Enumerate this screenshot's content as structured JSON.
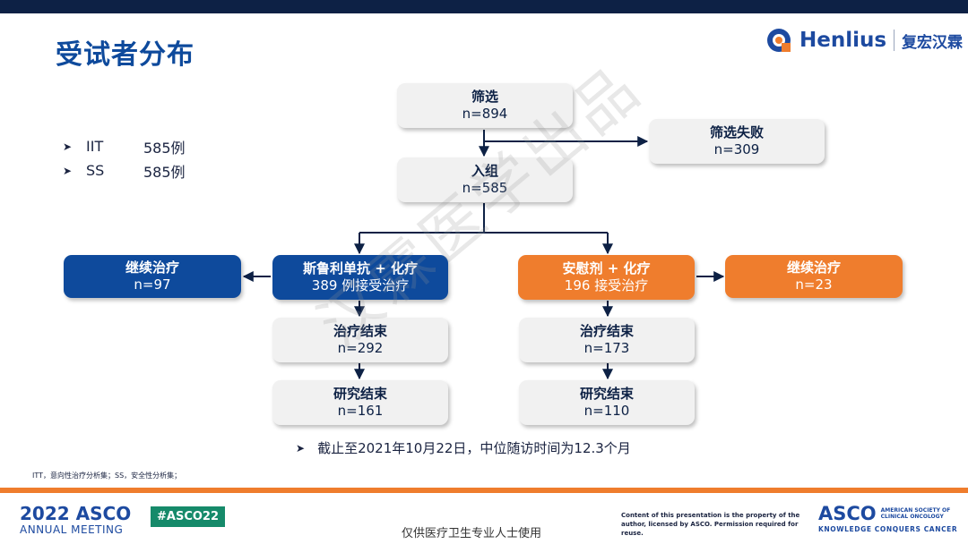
{
  "title": "受试者分布",
  "logo": {
    "en": "Henlius",
    "cn": "复宏汉霖"
  },
  "bullets": [
    {
      "label": "IIT",
      "value": "585例"
    },
    {
      "label": "SS",
      "value": "585例"
    }
  ],
  "boxes": {
    "screening": {
      "line1": "筛选",
      "line2": "n=894"
    },
    "screen_fail": {
      "line1": "筛选失败",
      "line2": "n=309"
    },
    "enrolled": {
      "line1": "入组",
      "line2": "n=585"
    },
    "serp_arm": {
      "line1": "斯鲁利单抗 + 化疗",
      "line2": "389 例接受治疗"
    },
    "placebo_arm": {
      "line1": "安慰剂 + 化疗",
      "line2": "196 接受治疗"
    },
    "serp_continue": {
      "line1": "继续治疗",
      "line2": "n=97"
    },
    "placebo_continue": {
      "line1": "继续治疗",
      "line2": "n=23"
    },
    "serp_tx_end": {
      "line1": "治疗结束",
      "line2": "n=292"
    },
    "placebo_tx_end": {
      "line1": "治疗结束",
      "line2": "n=173"
    },
    "serp_study_end": {
      "line1": "研究结束",
      "line2": "n=161"
    },
    "placebo_study_end": {
      "line1": "研究结束",
      "line2": "n=110"
    }
  },
  "watermark": "汉霖医学出品",
  "note": "截止至2021年10月22日，中位随访时间为12.3个月",
  "abbreviations": "ITT，意向性治疗分析集；SS，安全性分析集；",
  "footer": {
    "asco_year": "2022 ASCO",
    "asco_meeting": "ANNUAL MEETING",
    "hashtag": "#ASCO22",
    "cn_notice": "仅供医疗卫生专业人士使用",
    "copyright": "Content of this presentation is the property of the author, licensed by ASCO. Permission required for reuse.",
    "asco_logo": "ASCO",
    "asco_society": "AMERICAN SOCIETY OF CLINICAL ONCOLOGY",
    "asco_tagline": "KNOWLEDGE CONQUERS CANCER"
  },
  "colors": {
    "navy": "#0d2145",
    "blue": "#0e4a9c",
    "orange": "#ef7d2d",
    "grey_box": "#f1f1f1",
    "green": "#168a6a"
  }
}
